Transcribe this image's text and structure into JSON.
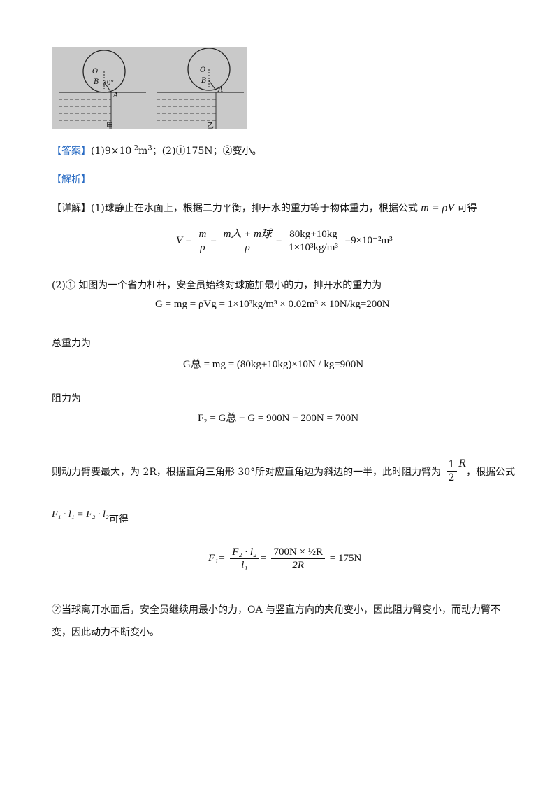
{
  "figure": {
    "left_labels": {
      "O": "O",
      "B": "B",
      "angle": "30°",
      "A": "A",
      "caption": "甲"
    },
    "right_labels": {
      "O": "O",
      "B": "B",
      "A": "A",
      "caption": "乙"
    }
  },
  "answer": {
    "tag": "【答案】",
    "part1": "(1)9×10",
    "exp1": "-2",
    "unit1": "m",
    "exp_unit1": "3",
    "rest": "；(2)①175N；②变小。"
  },
  "analysis_tag": "【解析】",
  "detail": {
    "tag": "【详解】",
    "text": "(1)球静止在水面上，根据二力平衡，排开水的重力等于物体重力，根据公式",
    "formula": "m = ρV",
    "suffix": "可得"
  },
  "eq1": {
    "lhs": "V =",
    "f1_num": "m",
    "f1_den": "ρ",
    "f2_num": "m入 + m球",
    "f2_den": "ρ",
    "f3_num": "80kg+10kg",
    "f3_den": "1×10³kg/m³",
    "result": "=9×10⁻²m³"
  },
  "part2": {
    "intro": "(2)① 如图为一个省力杠杆，安全员始终对球施加最小的力，排开水的重力为",
    "eq2": "G = mg = ρVg = 1×10³kg/m³ × 0.02m³ × 10N/kg=200N",
    "total_label": "总重力为",
    "eq3": "G总 = mg = (80kg+10kg)×10N / kg=900N",
    "resist_label": "阻力为",
    "eq4": "F₂ = G总 − G = 900N − 200N = 700N",
    "arm_text_a": "则动力臂要最大，为 2R，根据直角三角形 30°所对应直角边为斜边的一半，此时阻力臂为",
    "arm_frac_num": "1",
    "arm_frac_den": "2",
    "arm_R": "R",
    "arm_text_b": "，根据公式",
    "formula2": "F₁ · l₁ = F₂ · l₂",
    "formula2_suffix": "可得",
    "eq5_lhs": "F₁=",
    "eq5_f1_num": "F₂ · l₂",
    "eq5_f1_den": "l₁",
    "eq5_f2_num": "700N × ½R",
    "eq5_f2_den": "2R",
    "eq5_result": "= 175N"
  },
  "part2b": {
    "line1": "②当球离开水面后，安全员继续用最小的力，OA 与竖直方向的夹角变小，因此阻力臂变小，而动力臂不",
    "line2": "变，因此动力不断变小。"
  }
}
